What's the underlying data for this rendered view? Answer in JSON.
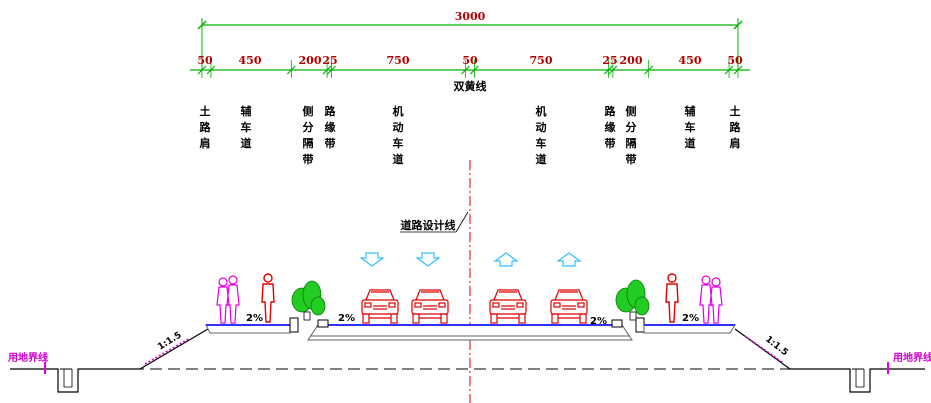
{
  "dimensions": {
    "total": "3000",
    "segments": [
      "50",
      "450",
      "200",
      "25",
      "750",
      "50",
      "750",
      "25",
      "200",
      "450",
      "50"
    ],
    "center_line_label": "双黄线"
  },
  "lane_labels": {
    "left": [
      {
        "id": "shoulder-left",
        "text": "土路肩"
      },
      {
        "id": "aux-lane-left",
        "text": "辅车道"
      },
      {
        "id": "median-strip-left",
        "text": "侧分隔带"
      },
      {
        "id": "curb-strip-left",
        "text": "路缘带"
      },
      {
        "id": "motor-lane-left",
        "text": "机动车道"
      }
    ],
    "right": [
      {
        "id": "motor-lane-right",
        "text": "机动车道"
      },
      {
        "id": "curb-strip-right",
        "text": "路缘带"
      },
      {
        "id": "median-strip-right",
        "text": "侧分隔带"
      },
      {
        "id": "aux-lane-right",
        "text": "辅车道"
      },
      {
        "id": "shoulder-right",
        "text": "土路肩"
      }
    ]
  },
  "design_line_label": "道路设计线",
  "crossfall": [
    "2%",
    "2%",
    "2%",
    "2%"
  ],
  "slopes": {
    "left": "1:1.5",
    "right": "1:1.5"
  },
  "boundary_labels": {
    "left": "用地界线",
    "right": "用地界线"
  },
  "colors": {
    "dim_line": "#00b000",
    "dim_text": "#b00000",
    "center_line": "#e00000",
    "pavement": "#606060",
    "surface": "#3030ff",
    "person": "#e000e0",
    "person_red": "#e00000",
    "tree": "#22cc22",
    "car": "#e00000",
    "arrow": "#30c0ff",
    "boundary": "#e000e0"
  }
}
